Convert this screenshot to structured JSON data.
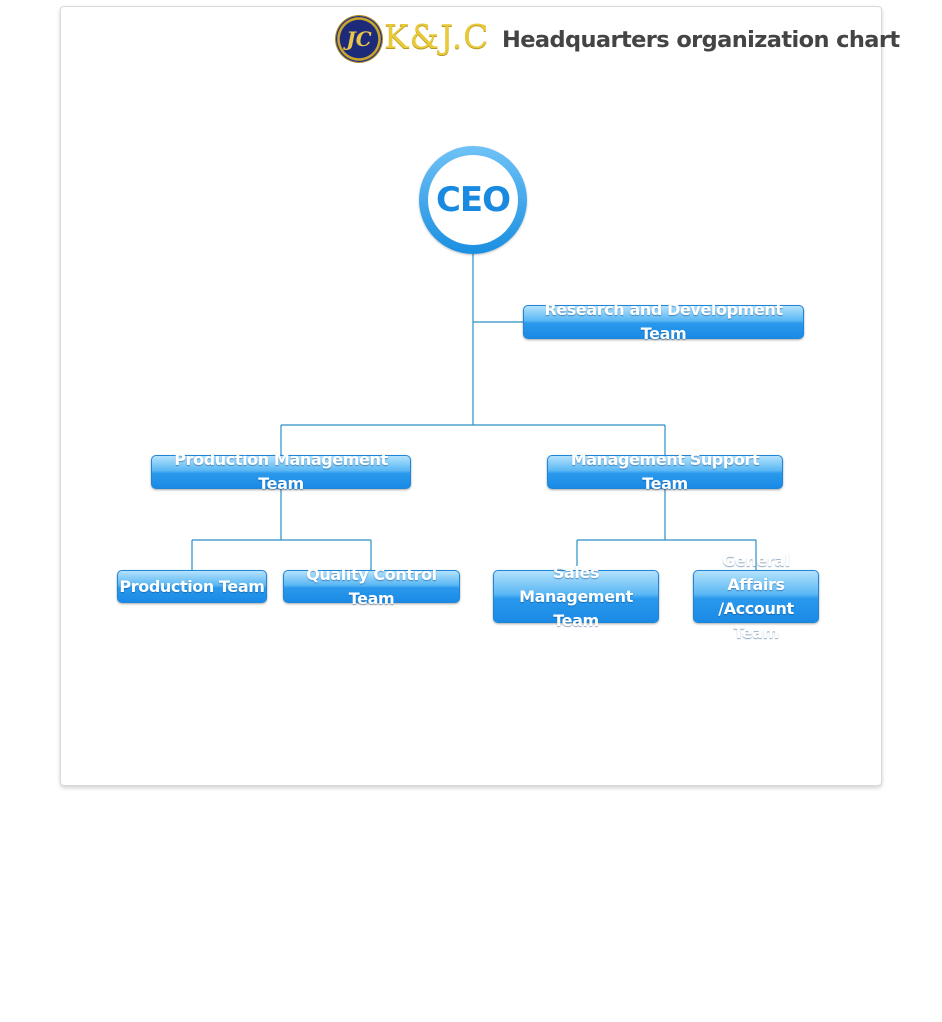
{
  "header": {
    "brand": "K&J.C",
    "title": "Headquarters organization chart"
  },
  "chart": {
    "ceo": "CEO",
    "rnd": "Research and Development Team",
    "prod_mgmt": "Production Management Team",
    "mgmt_support": "Management Support Team",
    "production": "Production Team",
    "quality": "Quality Control Team",
    "sales": "Sales Management\nTeam",
    "general": "General Affairs\n/Account Team"
  },
  "colors": {
    "accent": "#1a8ae0",
    "line": "#2a8fc6",
    "title": "#444444",
    "brand": "#e8c93a"
  }
}
